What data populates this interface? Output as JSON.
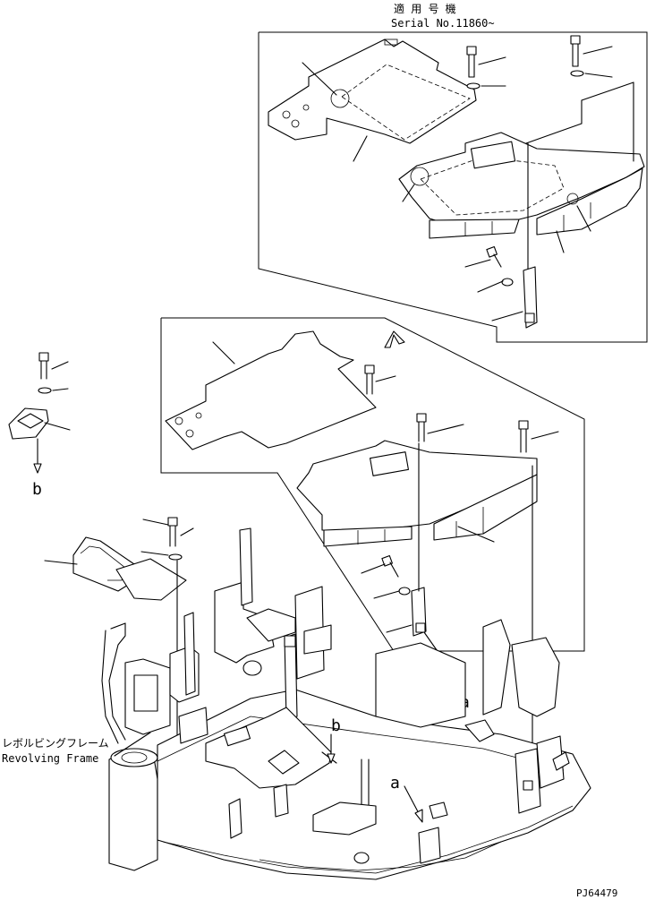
{
  "header": {
    "serial_jp": "適 用 号 機",
    "serial_en": "Serial No.11860~"
  },
  "labels": {
    "revolving_jp": "レボルビングフレーム",
    "revolving_en": "Revolving Frame",
    "ref_a_upper": "a",
    "ref_a_lower": "a",
    "ref_b_left": "b",
    "ref_b_lower": "b"
  },
  "drawing_number": "PJ64479"
}
